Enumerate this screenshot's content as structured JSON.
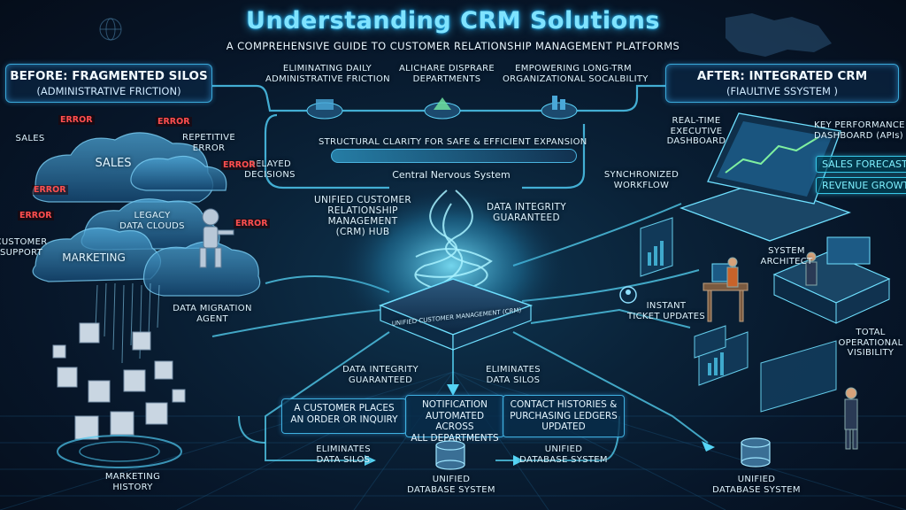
{
  "header": {
    "title": "Understanding CRM Solutions",
    "subtitle": "A COMPREHENSIVE GUIDE TO CUSTOMER RELATIONSHIP MANAGEMENT PLATFORMS"
  },
  "before_panel": {
    "heading": "BEFORE: FRAGMENTED SILOS",
    "subheading": "(ADMINISTRATIVE FRICTION)"
  },
  "after_panel": {
    "heading": "AFTER: INTEGRATED CRM",
    "subheading": "(FIAULTIVE SSYSTEM )"
  },
  "top_steps": [
    {
      "line1": "ELIMINATING DAILY",
      "line2": "ADMINISTRATIVE FRICTION"
    },
    {
      "line1": "ALICHARE DISPRARE",
      "line2": "DEPARTMENTS"
    },
    {
      "line1": "EMPOWERING LONG-TRM",
      "line2": "ORGANIZATIONAL SOCALBILITY"
    }
  ],
  "structural_banner": "STRUCTURAL CLARITY FOR SAFE & EFFICIENT EXPANSION",
  "central": {
    "nervous": "Central Nervous System",
    "hub_lines": [
      "UNIFIED CUSTOMER",
      "RELATIONSHIP",
      "MANAGEMENT",
      "(CRM) HUB"
    ],
    "integrity_lines": [
      "DATA INTEGRITY",
      "GUARANTEED"
    ],
    "platform_text": "UNIFIED CUSTOMER MANAGEMENT (CRM)"
  },
  "silos": {
    "sales_outer": "SALES",
    "sales_cloud": "SALES",
    "repetitive": [
      "REPETITIVE",
      "ERROR"
    ],
    "delayed": [
      "DELAYED",
      "DECISIONS"
    ],
    "legacy": [
      "LEGACY",
      "DATA CLOUDS"
    ],
    "customer_support": [
      "CUSTOMER",
      "SUPPORT"
    ],
    "marketing": "MARKETING",
    "migration_agent": [
      "DATA MIGRATION",
      "AGENT"
    ],
    "marketing_history": [
      "MARKETING",
      "HISTORY"
    ],
    "error_tags": [
      "ERROR",
      "ERROR",
      "ERROR",
      "ERROR",
      "ERROR",
      "ERROR"
    ]
  },
  "right_side": {
    "dashboard": [
      "REAL-TIME",
      "EXECUTIVE",
      "DASHBOARD"
    ],
    "kpi": [
      "KEY PERFORMANCE",
      "DASHBOARD (APIs)"
    ],
    "sales_forecast": "SALES FORECAST",
    "revenue_growth": "REVENUE GROWTH",
    "sync_workflow": [
      "SYNCHRONIZED",
      "WORKFLOW"
    ],
    "system_architect": [
      "SYSTEM",
      "ARCHITECT"
    ],
    "instant_ticket": [
      "INSTANT",
      "TICKET UPDATES"
    ],
    "operational": [
      "TOTAL",
      "OPERATIONAL",
      "VISIBILITY"
    ]
  },
  "bottom": {
    "integrity_lines": [
      "DATA INTEGRITY",
      "GUARANTEED"
    ],
    "eliminates_mid": [
      "ELIMINATES",
      "DATA SILOS"
    ],
    "flow_boxes": [
      [
        "A CUSTOMER PLACES",
        "AN ORDER OR INQUIRY"
      ],
      [
        "NOTIFICATION",
        "AUTOMATED ACROSS",
        "ALL DEPARTMENTS"
      ],
      [
        "CONTACT HISTORIES &",
        "PURCHASING LEDGERS",
        "UPDATED"
      ]
    ],
    "eliminates_left": [
      "ELIMINATES",
      "DATA SILOS"
    ],
    "unified_mid": [
      "UNIFIED",
      "DATABASE SYSTEM"
    ],
    "unified_left": [
      "UNIFIED",
      "DATABASE SYSTEM"
    ],
    "unified_right": [
      "UNIFIED",
      "DATABASE SYSTEM"
    ]
  },
  "colors": {
    "title": "#7fe3ff",
    "accent": "#38c8e8",
    "error": "#ff4f4f",
    "background": "#071629"
  }
}
